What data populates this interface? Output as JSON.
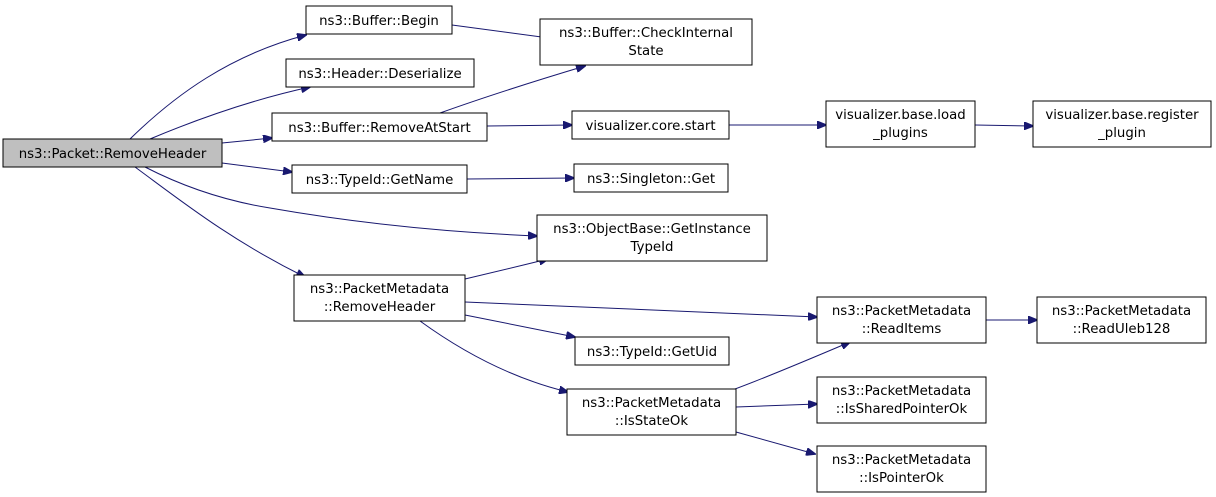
{
  "graph": {
    "nodes": {
      "packet_remove_header": {
        "line1": "ns3::Packet::RemoveHeader",
        "line2": ""
      },
      "buffer_begin": {
        "line1": "ns3::Buffer::Begin",
        "line2": ""
      },
      "header_deserialize": {
        "line1": "ns3::Header::Deserialize",
        "line2": ""
      },
      "buffer_remove_at_start": {
        "line1": "ns3::Buffer::RemoveAtStart",
        "line2": ""
      },
      "typeid_get_name": {
        "line1": "ns3::TypeId::GetName",
        "line2": ""
      },
      "packet_metadata_remove_header": {
        "line1": "ns3::PacketMetadata",
        "line2": "::RemoveHeader"
      },
      "buffer_check_internal_state": {
        "line1": "ns3::Buffer::CheckInternal",
        "line2": "State"
      },
      "visualizer_core_start": {
        "line1": "visualizer.core.start",
        "line2": ""
      },
      "singleton_get": {
        "line1": "ns3::Singleton::Get",
        "line2": ""
      },
      "objectbase_get_instance_typeid": {
        "line1": "ns3::ObjectBase::GetInstance",
        "line2": "TypeId"
      },
      "typeid_get_uid": {
        "line1": "ns3::TypeId::GetUid",
        "line2": ""
      },
      "packet_metadata_is_state_ok": {
        "line1": "ns3::PacketMetadata",
        "line2": "::IsStateOk"
      },
      "visualizer_base_load_plugins": {
        "line1": "visualizer.base.load",
        "line2": "_plugins"
      },
      "packet_metadata_read_items": {
        "line1": "ns3::PacketMetadata",
        "line2": "::ReadItems"
      },
      "packet_metadata_is_shared_pointer_ok": {
        "line1": "ns3::PacketMetadata",
        "line2": "::IsSharedPointerOk"
      },
      "packet_metadata_is_pointer_ok": {
        "line1": "ns3::PacketMetadata",
        "line2": "::IsPointerOk"
      },
      "visualizer_base_register_plugin": {
        "line1": "visualizer.base.register",
        "line2": "_plugin"
      },
      "packet_metadata_read_uleb128": {
        "line1": "ns3::PacketMetadata",
        "line2": "::ReadUleb128"
      }
    }
  }
}
